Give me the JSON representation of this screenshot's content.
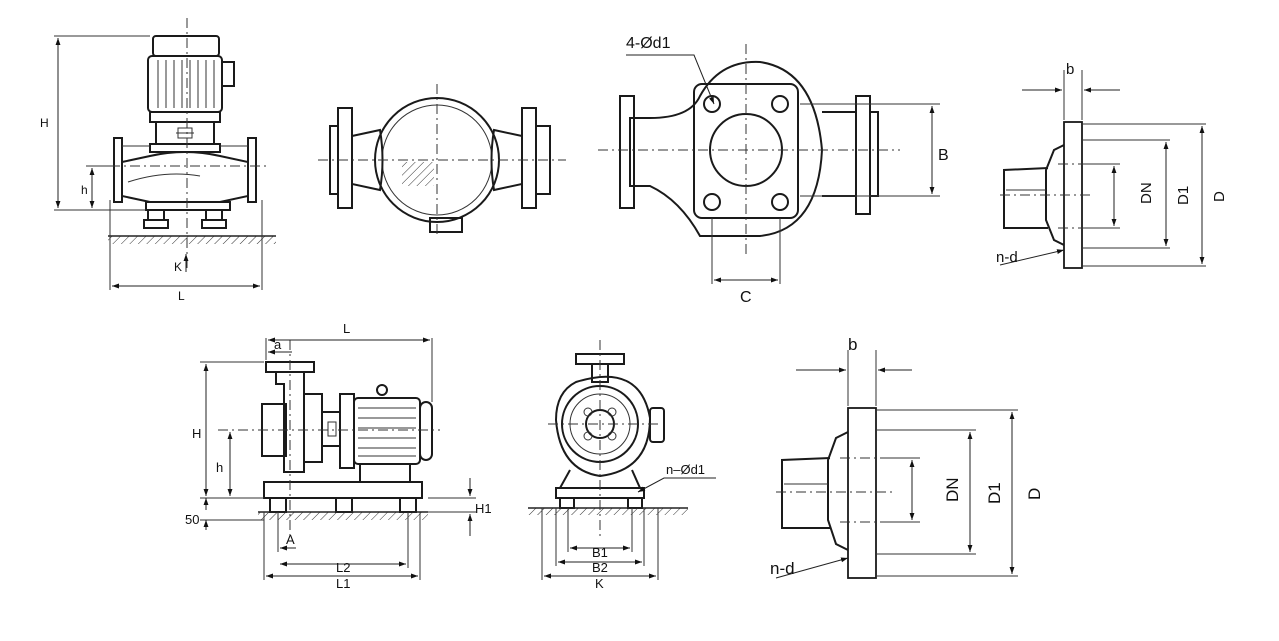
{
  "labels": {
    "v_H": "H",
    "v_h": "h",
    "v_K": "K",
    "v_L": "L",
    "t_4d1": "4-Ød1",
    "t_B": "B",
    "t_C": "C",
    "f1_b": "b",
    "f1_DN": "DN",
    "f1_D1": "D1",
    "f1_D": "D",
    "f1_nd": "n-d",
    "h_a": "a",
    "h_L": "L",
    "h_H": "H",
    "h_h": "h",
    "h_50": "50",
    "h_H1": "H1",
    "h_A": "A",
    "h_L2": "L2",
    "h_L1": "L1",
    "s_nd1": "n–Ød1",
    "s_B1": "B1",
    "s_B2": "B2",
    "s_K": "K",
    "f2_b": "b",
    "f2_DN": "DN",
    "f2_D1": "D1",
    "f2_D": "D",
    "f2_nd": "n-d"
  },
  "colors": {
    "line": "#1a1a1a",
    "background": "#ffffff"
  }
}
